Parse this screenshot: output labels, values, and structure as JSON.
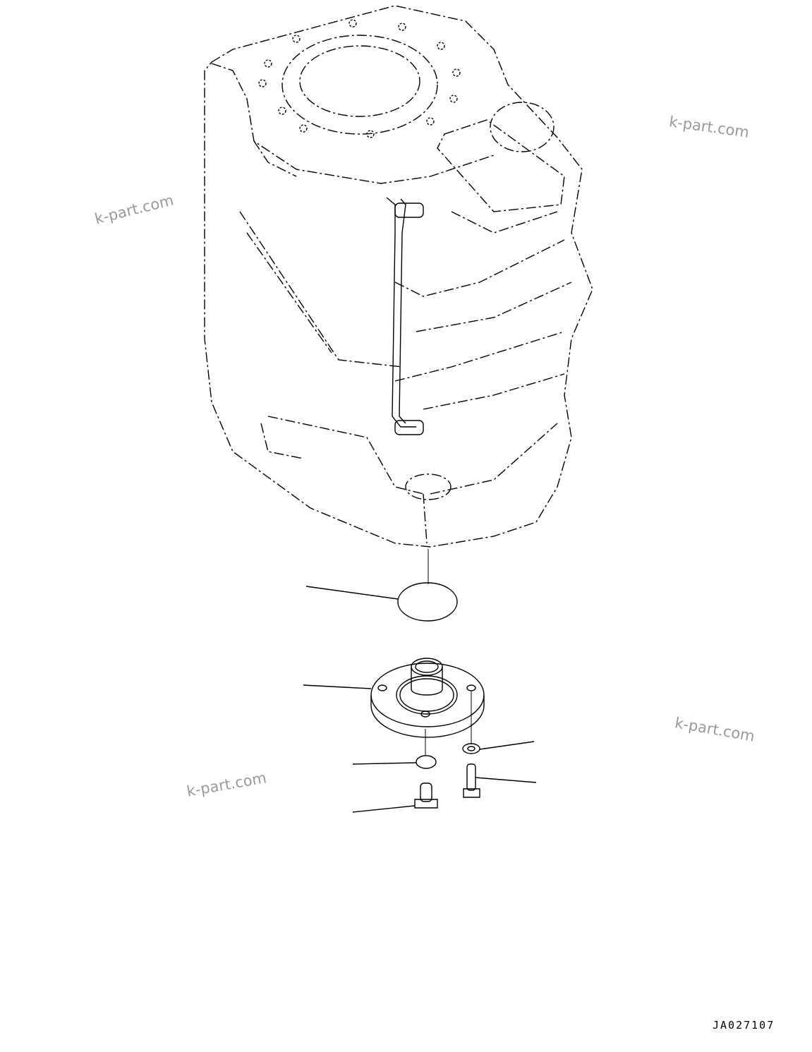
{
  "diagram": {
    "drawing_code": "JA027107",
    "watermarks": [
      "k-part.com",
      "k-part.com",
      "k-part.com",
      "k-part.com"
    ],
    "line_color": "#000000",
    "watermark_color": "#9a9a9a"
  }
}
